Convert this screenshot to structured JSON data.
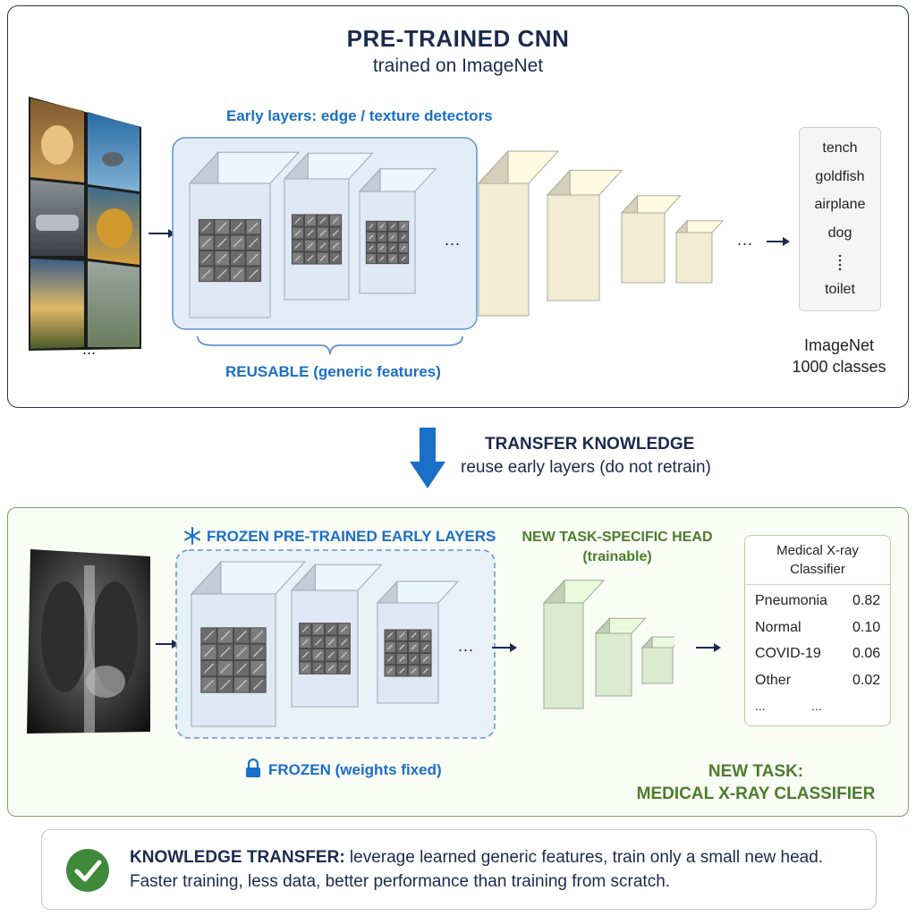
{
  "top": {
    "title": "PRE-TRAINED CNN",
    "subtitle": "trained on ImageNet",
    "early_label": "Early layers: edge / texture detectors",
    "reusable_label": "REUSABLE (generic features)",
    "more_images": "...",
    "mid_ellipsis": "...",
    "end_ellipsis": "...",
    "classes": [
      "tench",
      "goldfish",
      "airplane",
      "dog",
      "toilet"
    ],
    "classes_caption_1": "ImageNet",
    "classes_caption_2": "1000 classes"
  },
  "transfer": {
    "title": "TRANSFER KNOWLEDGE",
    "subtitle": "reuse early layers (do not retrain)"
  },
  "bottom": {
    "frozen_label": "FROZEN PRE-TRAINED EARLY LAYERS",
    "head_label_1": "NEW TASK-SPECIFIC HEAD",
    "head_label_2": "(trainable)",
    "frozen_caption": "FROZEN (weights fixed)",
    "mid_ellipsis": "...",
    "classifier_title_1": "Medical X-ray",
    "classifier_title_2": "Classifier",
    "results": [
      {
        "label": "Pneumonia",
        "value": "0.82"
      },
      {
        "label": "Normal",
        "value": "0.10"
      },
      {
        "label": "COVID-19",
        "value": "0.06"
      },
      {
        "label": "Other",
        "value": "0.02"
      }
    ],
    "results_more_1": "...",
    "results_more_2": "...",
    "new_task_1": "NEW TASK:",
    "new_task_2": "MEDICAL X-RAY CLASSIFIER"
  },
  "footer": {
    "bold": "KNOWLEDGE TRANSFER:",
    "line1": " leverage learned generic features, train only a small new head.",
    "line2": "Faster training, less data, better performance than training from scratch."
  },
  "colors": {
    "navy": "#1b2a4e",
    "blue_accent": "#1a6fc6",
    "green_accent": "#4b7d2c",
    "early_layer_fill": "#dfe8f5",
    "late_layer_fill": "#f3ecd5",
    "head_layer_fill": "#dcebcf"
  }
}
